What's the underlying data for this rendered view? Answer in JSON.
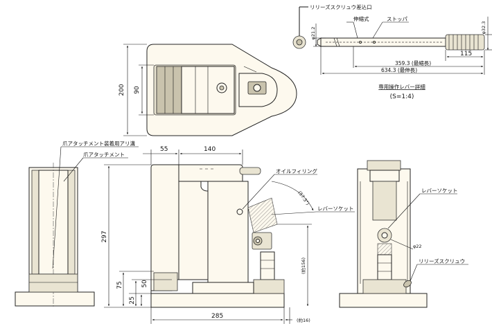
{
  "top_view": {
    "dim_200": "200",
    "dim_90": "90"
  },
  "lever_detail": {
    "release_screw_inlet": "リリーズスクリュウ差込口",
    "telescopic": "伸縮式",
    "stopper": "ストッパ",
    "dia_21_2": "φ21.2",
    "dia_32_3": "φ32.3",
    "dim_115": "115",
    "dim_359_3": "359.3 (最縮長)",
    "dim_634_3": "634.3 (最伸長)",
    "title": "専用操作レバー詳細",
    "scale": "(S=1:4)"
  },
  "left_view": {
    "claw_groove_label": "爪アタッチメント装着用アリ溝",
    "claw_attachment_label": "爪アタッチメント"
  },
  "front_view": {
    "dim_55": "55",
    "dim_140": "140",
    "dim_297": "297",
    "dim_75": "75",
    "dim_50": "50",
    "dim_25": "25",
    "dim_285": "285",
    "dim_approx_16": "(約16)",
    "dim_approx_156": "(約156)",
    "angle_57_3": "(57.3°)",
    "oil_filling": "オイルフィリング",
    "lever_socket": "レバーソケット"
  },
  "side_view": {
    "lever_socket": "レバーソケット",
    "dia_22": "φ22",
    "release_screw": "リリーズスクリュウ"
  }
}
